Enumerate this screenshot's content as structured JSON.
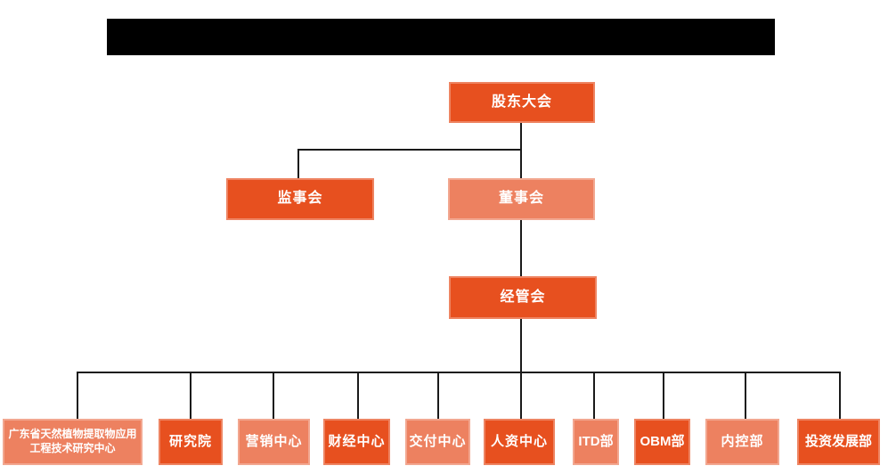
{
  "colors": {
    "dark_orange": "#E7501F",
    "light_orange": "#ED8160",
    "connector_line": "#1A1A1A",
    "redaction_bar": "#000000",
    "node_text": "#FFFFFF",
    "background": "#FFFFFF"
  },
  "org": {
    "root": {
      "label": "股东大会",
      "variant": "dark"
    },
    "level2": [
      {
        "label": "监事会",
        "variant": "dark"
      },
      {
        "label": "董事会",
        "variant": "light"
      }
    ],
    "level3": {
      "label": "经管会",
      "variant": "dark"
    },
    "departments": [
      {
        "label": "广东省天然植物提取物应用工程技术研究中心",
        "variant": "light"
      },
      {
        "label": "研究院",
        "variant": "dark"
      },
      {
        "label": "营销中心",
        "variant": "light"
      },
      {
        "label": "财经中心",
        "variant": "dark"
      },
      {
        "label": "交付中心",
        "variant": "light"
      },
      {
        "label": "人资中心",
        "variant": "dark"
      },
      {
        "label": "ITD部",
        "variant": "light"
      },
      {
        "label": "OBM部",
        "variant": "dark"
      },
      {
        "label": "内控部",
        "variant": "light"
      },
      {
        "label": "投资发展部",
        "variant": "dark"
      }
    ]
  }
}
